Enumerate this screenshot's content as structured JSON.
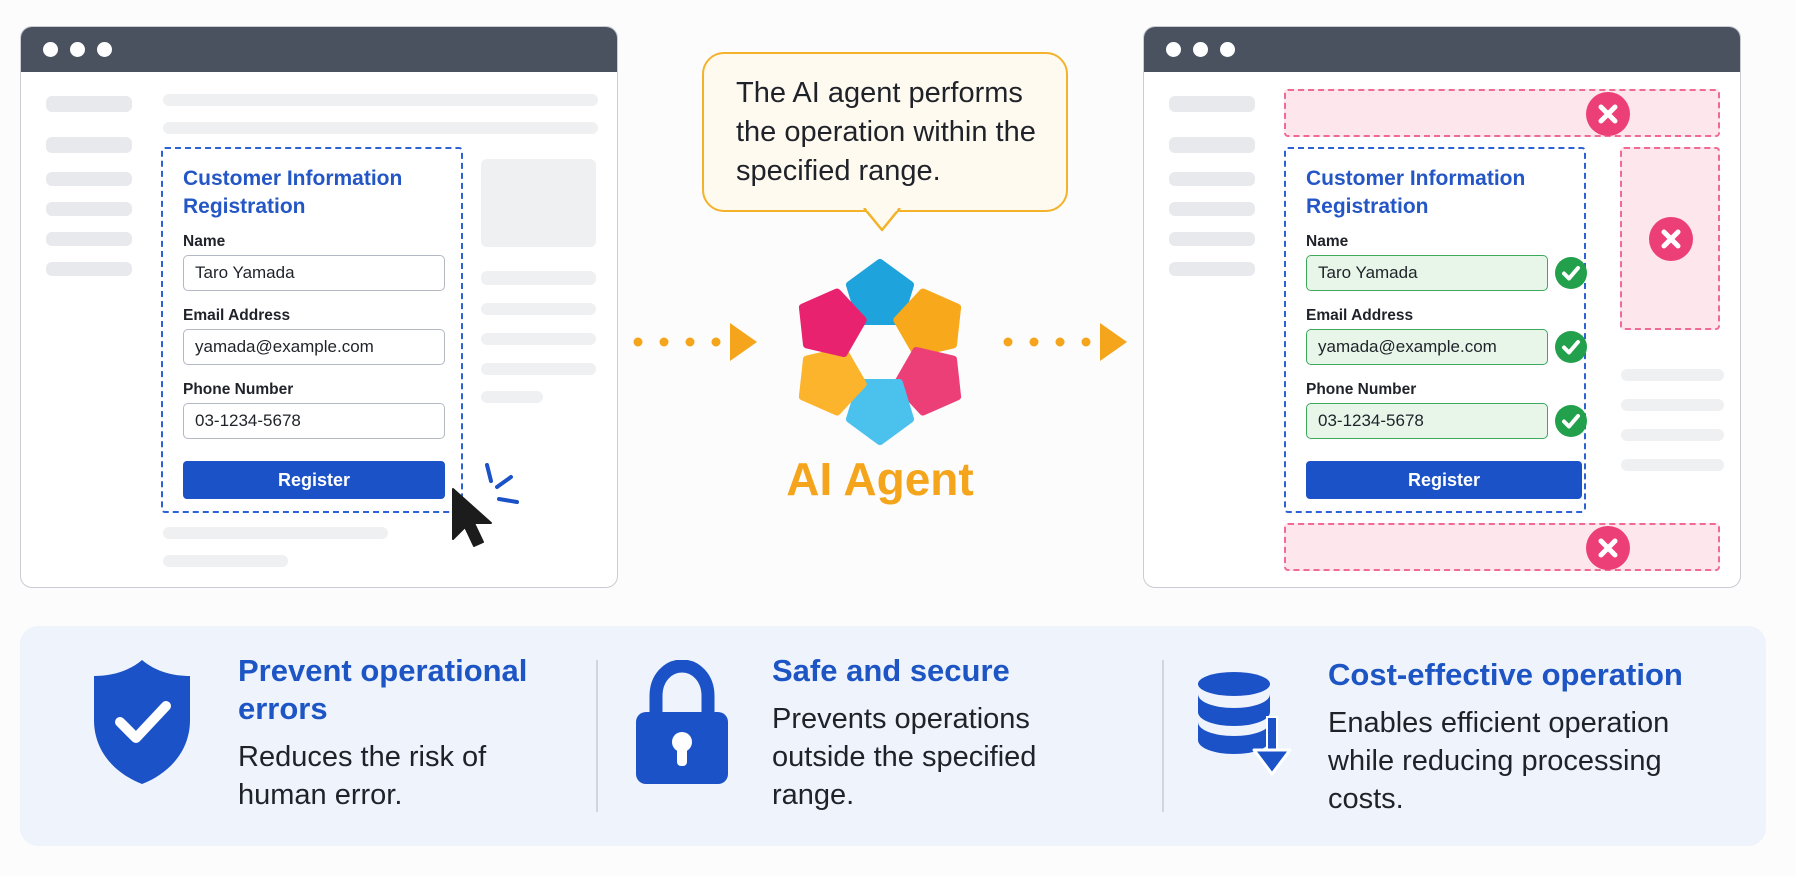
{
  "colors": {
    "accent_blue": "#1b52c7",
    "title_blue": "#2457c5",
    "agent_orange": "#f4a51c",
    "ok_green": "#23a04b",
    "deny_pink": "#ec3f78",
    "window_bar": "#4a5260"
  },
  "left_window": {
    "form": {
      "title": "Customer Information Registration",
      "fields": [
        {
          "label": "Name",
          "value": "Taro Yamada"
        },
        {
          "label": "Email Address",
          "value": "yamada@example.com"
        },
        {
          "label": "Phone Number",
          "value": "03-1234-5678"
        }
      ],
      "button": "Register"
    },
    "cursor_icon": "mouse-pointer-click-icon"
  },
  "center": {
    "bubble_text": "The AI agent performs the operation within the specified range.",
    "agent_label": "AI Agent",
    "logo_icon": "ai-agent-flower-logo-icon"
  },
  "right_window": {
    "form": {
      "title": "Customer Information Registration",
      "fields": [
        {
          "label": "Name",
          "value": "Taro Yamada"
        },
        {
          "label": "Email Address",
          "value": "yamada@example.com"
        },
        {
          "label": "Phone Number",
          "value": "03-1234-5678"
        }
      ],
      "button": "Register"
    },
    "check_icon": "check-circle-icon",
    "blocked_icon": "x-circle-icon"
  },
  "features": [
    {
      "icon": "shield-check-icon",
      "title": "Prevent operational errors",
      "desc": "Reduces the risk of human error."
    },
    {
      "icon": "padlock-icon",
      "title": "Safe and secure",
      "desc": "Prevents operations outside the specified range."
    },
    {
      "icon": "database-download-icon",
      "title": "Cost-effective operation",
      "desc": "Enables efficient operation while reducing processing costs."
    }
  ]
}
